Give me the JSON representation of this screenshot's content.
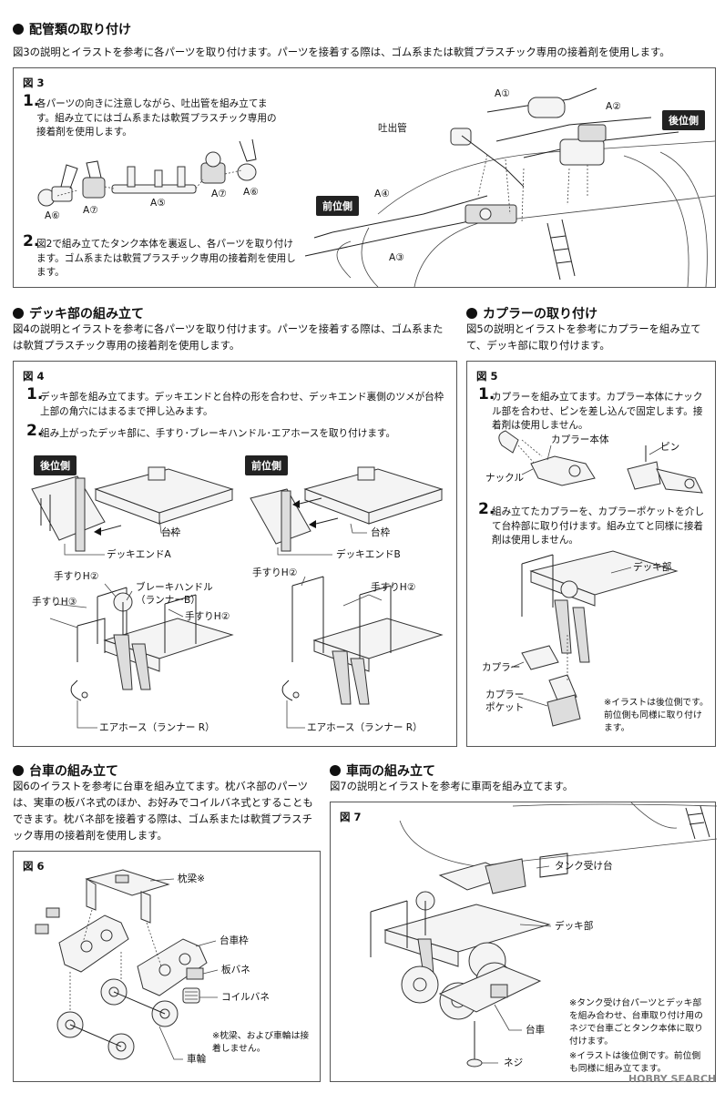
{
  "piping": {
    "title": "配管類の取り付け",
    "intro": "図3の説明とイラストを参考に各パーツを取り付けます。パーツを接着する際は、ゴム系または軟質プラスチック専用の接着剤を使用します。",
    "fig_label": "図 3",
    "step1_num": "1.",
    "step1_text": "各パーツの向きに注意しながら、吐出管を組み立てます。組み立てにはゴム系または軟質プラスチック専用の接着剤を使用します。",
    "step2_num": "2.",
    "step2_text": "図2で組み立てたタンク本体を裏返し、各パーツを取り付けます。ゴム系または軟質プラスチック専用の接着剤を使用します。",
    "parts_labels": [
      "A⑥",
      "A⑦",
      "A⑤",
      "A⑦",
      "A⑥"
    ],
    "labels": {
      "a1": "A①",
      "a2": "A②",
      "a3": "A③",
      "a4": "A④",
      "discharge": "吐出管"
    },
    "tag_rear": "後位側",
    "tag_front": "前位側"
  },
  "deck": {
    "title": "デッキ部の組み立て",
    "intro": "図4の説明とイラストを参考に各パーツを取り付けます。パーツを接着する際は、ゴム系または軟質プラスチック専用の接着剤を使用します。",
    "fig_label": "図 4",
    "step1_num": "1.",
    "step1_text": "デッキ部を組み立てます。デッキエンドと台枠の形を合わせ、デッキエンド裏側のツメが台枠上部の角穴にはまるまで押し込みます。",
    "step2_num": "2.",
    "step2_text": "組み上がったデッキ部に、手すり･ブレーキハンドル･エアホースを取り付けます。",
    "tag_rear": "後位側",
    "tag_front": "前位側",
    "labels": {
      "frame_l": "台枠",
      "end_a": "デッキエンドA",
      "frame_r": "台枠",
      "end_b": "デッキエンドB",
      "rail_h2_l": "手すりH②",
      "rail_h3": "手すりH③",
      "brake": "ブレーキハンドル",
      "brake_sub": "（ランナーB）",
      "rail_h2_l2": "手すりH②",
      "hose_l": "エアホース（ランナー R）",
      "rail_h2_r1": "手すりH②",
      "rail_h2_r2": "手すりH②",
      "hose_r": "エアホース（ランナー R）"
    }
  },
  "coupler": {
    "title": "カプラーの取り付け",
    "intro": "図5の説明とイラストを参考にカプラーを組み立てて、デッキ部に取り付けます。",
    "fig_label": "図 5",
    "step1_num": "1.",
    "step1_text": "カプラーを組み立てます。カプラー本体にナックル部を合わせ、ピンを差し込んで固定します。接着剤は使用しません。",
    "step2_num": "2.",
    "step2_text": "組み立てたカプラーを、カプラーポケットを介して台枠部に取り付けます。組み立てと同様に接着剤は使用しません。",
    "labels": {
      "body": "カプラー本体",
      "pin": "ピン",
      "knuckle": "ナックル",
      "deck": "デッキ部",
      "coupler": "カプラー",
      "pocket1": "カプラー",
      "pocket2": "ポケット"
    },
    "note": "※イラストは後位側です。前位側も同様に取り付けます。"
  },
  "truck": {
    "title": "台車の組み立て",
    "intro": "図6のイラストを参考に台車を組み立てます。枕バネ部のパーツは、実車の板バネ式のほか、お好みでコイルバネ式とすることもできます。枕バネ部を接着する際は、ゴム系または軟質プラスチック専用の接着剤を使用します。",
    "fig_label": "図 6",
    "labels": {
      "bolster": "枕梁※",
      "side_frame": "台車枠",
      "leaf": "板バネ",
      "coil": "コイルバネ",
      "wheel": "車輪"
    },
    "note": "※枕梁、および車輪は接着しません。"
  },
  "vehicle": {
    "title": "車両の組み立て",
    "intro": "図7の説明とイラストを参考に車両を組み立てます。",
    "fig_label": "図 7",
    "labels": {
      "tank_seat": "タンク受け台",
      "deck": "デッキ部",
      "truck": "台車",
      "screw": "ネジ"
    },
    "note1": "※タンク受け台パーツとデッキ部を組み合わせ、台車取り付け用のネジで台車ごとタンク本体に取り付けます。",
    "note2": "※イラストは後位側です。前位側も同様に組み立てます。"
  },
  "watermark": "HOBBY SEARCH"
}
